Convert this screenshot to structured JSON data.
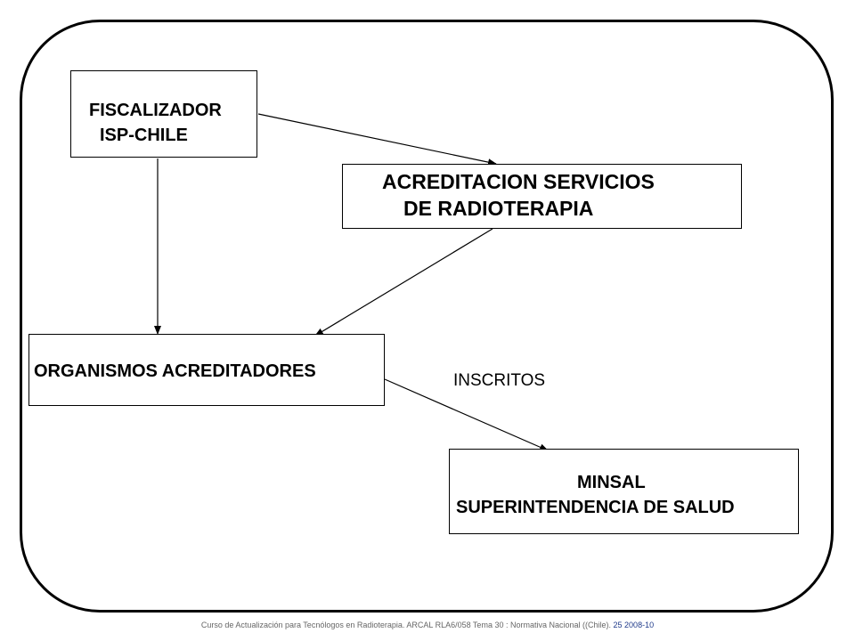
{
  "nodes": {
    "fiscalizador": {
      "line1": "FISCALIZADOR",
      "line2": "ISP-CHILE"
    },
    "acreditacion": {
      "line1": "ACREDITACION SERVICIOS",
      "line2": "DE RADIOTERAPIA"
    },
    "organismos": {
      "line1": "ORGANISMOS ACREDITADORES"
    },
    "minsal": {
      "line1": "MINSAL",
      "line2": "SUPERINTENDENCIA DE SALUD"
    }
  },
  "edge_label": "INSCRITOS",
  "footer": {
    "text": "Curso de Actualización para Tecnólogos en Radioterapia.  ARCAL RLA6/058  Tema  30  : Normativa Nacional ((Chile).",
    "page": "25",
    "date": "2008-10"
  },
  "colors": {
    "line": "#000000",
    "footer_text": "#666666",
    "footer_accent": "#1f3a8a"
  }
}
